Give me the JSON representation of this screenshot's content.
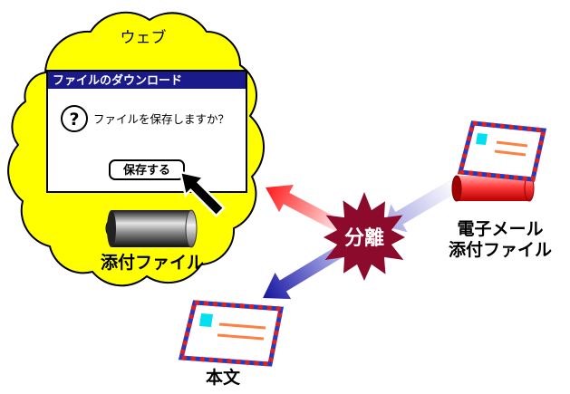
{
  "cloud": {
    "label": "ウェブ"
  },
  "dialog": {
    "title": "ファイルのダウンロード",
    "icon": "question-icon",
    "icon_glyph": "?",
    "message": "ファイルを保存しますか？",
    "button_label": "保存する",
    "cursor_icon": "arrow-cursor-icon"
  },
  "web_attachment": {
    "label": "添付ファイル",
    "icon": "cylinder-icon"
  },
  "email": {
    "label_line1": "電子メール",
    "label_line2": "添付ファイル",
    "icon": "envelope-icon"
  },
  "separator": {
    "label": "分離",
    "icon": "starburst-icon"
  },
  "body": {
    "label": "本文",
    "icon": "envelope-icon"
  },
  "colors": {
    "cloud": "#ffff00",
    "title_bar": "#1a1a8a",
    "starburst": "#8c0a2c",
    "stamp": "#00e0f0",
    "envelope_lines": "#ff8040"
  }
}
